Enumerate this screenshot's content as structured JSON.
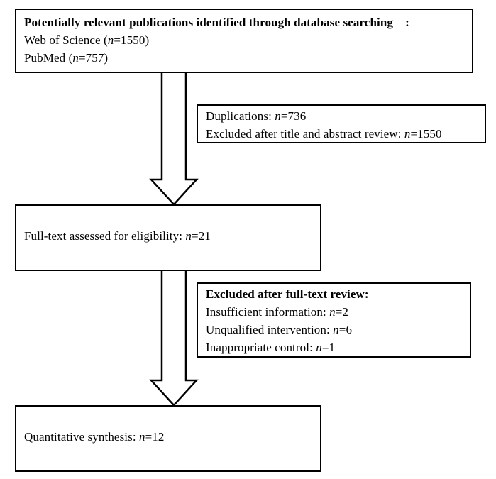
{
  "diagram": {
    "title": "PRISMA study selection flow diagram",
    "background_color": "#ffffff",
    "line_color": "#000000",
    "boxes": {
      "identified": {
        "heading": "Potentially relevant publications identified through database searching　:",
        "rows": [
          {
            "label": "Web of Science (",
            "n": "n",
            "value": "=1550)"
          },
          {
            "label": "PubMed (",
            "n": "n",
            "value": "=757)"
          }
        ]
      },
      "excluded_screening": {
        "rows": [
          {
            "label": "Duplications: ",
            "n": "n",
            "value": "=736"
          },
          {
            "label": "Excluded after title and abstract review: ",
            "n": "n",
            "value": "=1550"
          }
        ]
      },
      "fulltext": {
        "heading": "Full-text assessed for eligibility: ",
        "n": "n",
        "value": "=21"
      },
      "excluded_fulltext": {
        "heading": "Excluded after full-text review:",
        "rows": [
          {
            "label": "Insufficient information: ",
            "n": "n",
            "value": "=2"
          },
          {
            "label": "Unqualified intervention: ",
            "n": "n",
            "value": "=6"
          },
          {
            "label": "Inappropriate control: ",
            "n": "n",
            "value": "=1"
          }
        ]
      },
      "synthesis": {
        "heading": "Quantitative synthesis: ",
        "n": "n",
        "value": "=12"
      }
    },
    "arrows": [
      {
        "name": "arrow-identified-to-fulltext",
        "direction": "down"
      },
      {
        "name": "arrow-fulltext-to-synthesis",
        "direction": "down"
      }
    ]
  },
  "chart_data": {
    "type": "table",
    "title": "PRISMA study selection flow",
    "stages": [
      {
        "stage": "Web of Science records identified",
        "n": 1550
      },
      {
        "stage": "PubMed records identified",
        "n": 757
      },
      {
        "stage": "Duplications removed",
        "n": 736
      },
      {
        "stage": "Excluded after title and abstract review",
        "n": 1550
      },
      {
        "stage": "Full-text assessed for eligibility",
        "n": 21
      },
      {
        "stage": "Excluded: insufficient information",
        "n": 2
      },
      {
        "stage": "Excluded: unqualified intervention",
        "n": 6
      },
      {
        "stage": "Excluded: inappropriate control",
        "n": 1
      },
      {
        "stage": "Quantitative synthesis",
        "n": 12
      }
    ]
  }
}
